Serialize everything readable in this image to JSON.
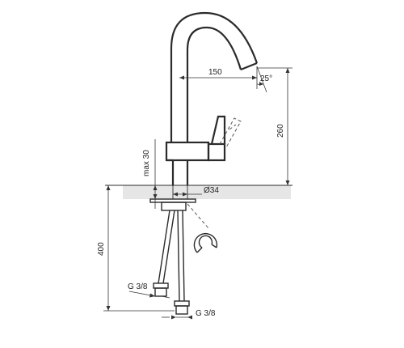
{
  "dimensions": {
    "spout_reach": "150",
    "spout_angle": "25°",
    "height": "260",
    "max_thickness": "max 30",
    "hole_diameter": "Ø34",
    "hose_length": "400",
    "thread_left": "G 3/8",
    "thread_bottom": "G 3/8"
  }
}
